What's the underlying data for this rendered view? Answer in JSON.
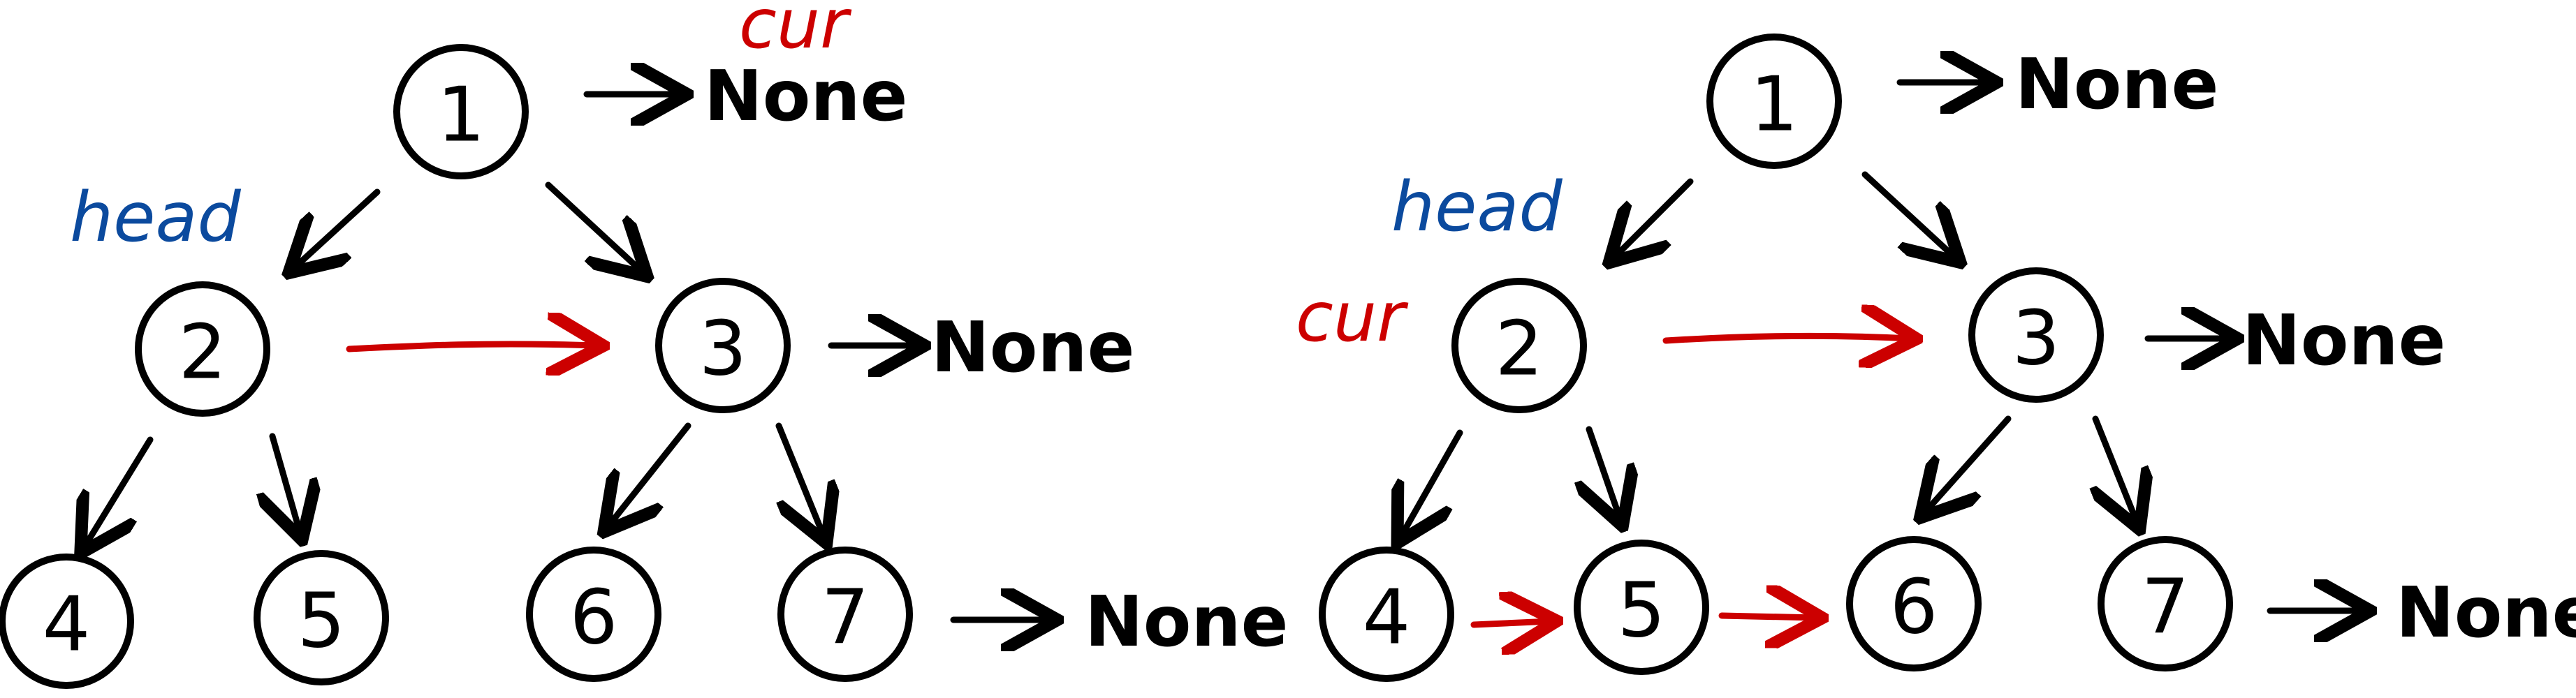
{
  "colors": {
    "node_stroke": "#000000",
    "next_pointer": "#cc0000",
    "head_label": "#0b4a9e",
    "cur_label": "#cc0000"
  },
  "panels": [
    {
      "id": "left",
      "nodes": [
        "1",
        "2",
        "3",
        "4",
        "5",
        "6",
        "7"
      ],
      "none_labels": [
        "None",
        "None",
        "None"
      ],
      "pointers": {
        "head": "head",
        "cur": "cur"
      }
    },
    {
      "id": "right",
      "nodes": [
        "1",
        "2",
        "3",
        "4",
        "5",
        "6",
        "7"
      ],
      "none_labels": [
        "None",
        "None",
        "None"
      ],
      "pointers": {
        "head": "head",
        "cur": "cur"
      }
    }
  ]
}
